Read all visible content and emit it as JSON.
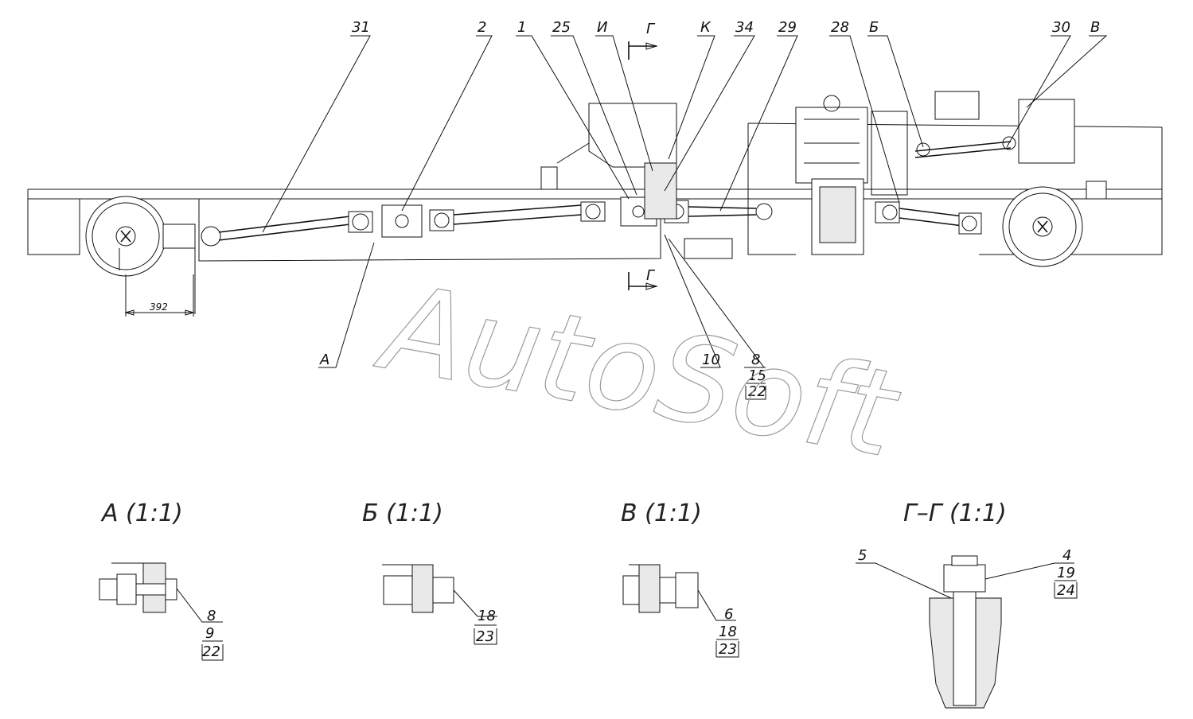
{
  "watermark": "AutoSoft",
  "dimension": "392",
  "callouts": {
    "c31": "31",
    "c2": "2",
    "c1": "1",
    "c25": "25",
    "cI": "И",
    "cG": "Г",
    "cK": "К",
    "c34": "34",
    "c29": "29",
    "c28": "28",
    "cB": "Б",
    "c30": "30",
    "cV": "В",
    "cA": "А",
    "c10": "10",
    "c8": "8",
    "c15": "15",
    "c22": "22",
    "cGb": "Г"
  },
  "details": {
    "a": {
      "title": "А (1:1)",
      "labels": [
        "8",
        "9",
        "22"
      ]
    },
    "b": {
      "title": "Б (1:1)",
      "labels": [
        "18",
        "23"
      ]
    },
    "v": {
      "title": "В (1:1)",
      "labels": [
        "6",
        "18",
        "23"
      ]
    },
    "g": {
      "title": "Г–Г (1:1)",
      "left_label": "5",
      "labels": [
        "4",
        "19",
        "24"
      ]
    }
  },
  "colors": {
    "line": "#111111",
    "watermark": "#9a9a9a",
    "background": "#ffffff"
  }
}
